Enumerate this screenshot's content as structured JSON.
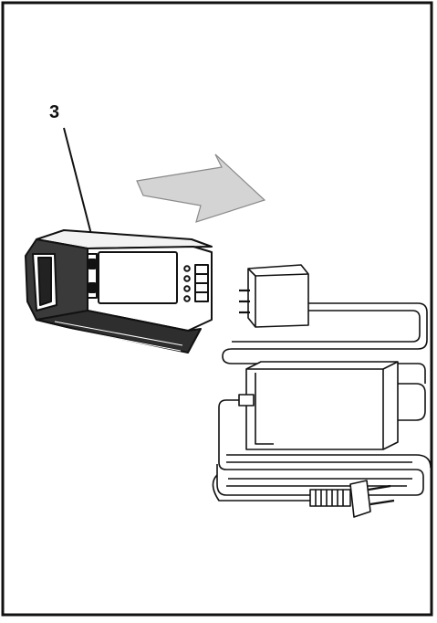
{
  "figure": {
    "callout_label": "3",
    "parts": {
      "battery": "battery-pack",
      "charger": "charger-with-coiled-cord",
      "arrow": "direction-arrow"
    },
    "colors": {
      "line": "#111111",
      "arrow_fill": "#d4d4d4",
      "dark_shade": "#3a3a3a"
    }
  }
}
